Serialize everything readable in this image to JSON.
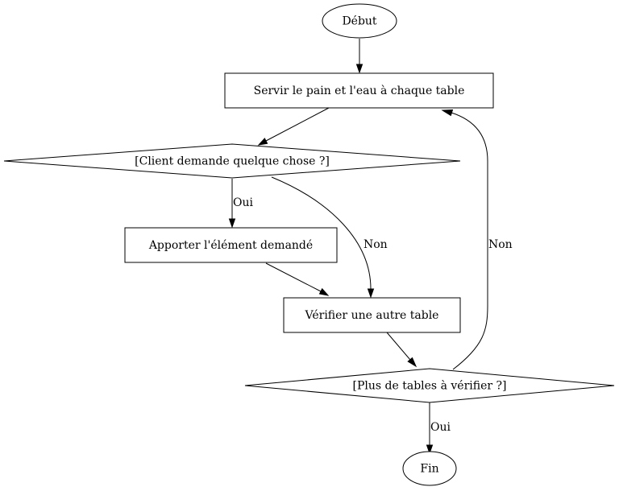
{
  "nodes": {
    "debut": "Début",
    "servir": "Servir le pain et l'eau à chaque table",
    "client_demande": "[Client demande quelque chose ?]",
    "apporter": "Apporter l'élément demandé",
    "verifier": "Vérifier une autre table",
    "plus_tables": "[Plus de tables à vérifier ?]",
    "fin": "Fin"
  },
  "edges": {
    "client_oui": "Oui",
    "client_non": "Non",
    "plus_non": "Non",
    "plus_oui": "Oui"
  }
}
